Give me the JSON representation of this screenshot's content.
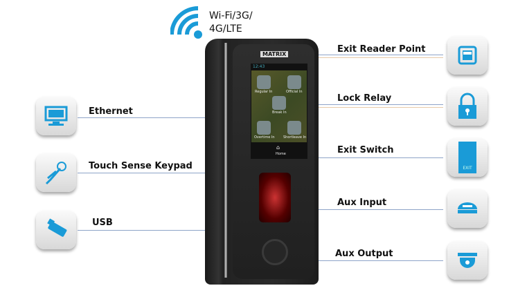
{
  "wireless": {
    "line1": "Wi-Fi/3G/",
    "line2": "4G/LTE",
    "icon": "wifi-icon",
    "color": "#1a9bd7"
  },
  "left": [
    {
      "label": "Ethernet",
      "icon": "monitor-icon"
    },
    {
      "label": "Touch Sense Keypad",
      "icon": "touch-icon"
    },
    {
      "label": "USB",
      "icon": "usb-icon"
    }
  ],
  "right": [
    {
      "label": "Exit Reader Point",
      "icon": "reader-icon"
    },
    {
      "label": "Lock Relay",
      "icon": "lock-icon"
    },
    {
      "label": "Exit Switch",
      "icon": "exit-switch-icon",
      "icon_text": "EXIT"
    },
    {
      "label": "Aux Input",
      "icon": "sensor-icon"
    },
    {
      "label": "Aux Output",
      "icon": "siren-icon"
    }
  ],
  "device": {
    "brand": "MATRIX",
    "screen": {
      "time": "12:43",
      "apps": [
        "Regular In",
        "Official In",
        "Break In",
        "Overtime In",
        "Shortleave In"
      ],
      "home": "Home"
    }
  },
  "accent": "#1a9bd7"
}
